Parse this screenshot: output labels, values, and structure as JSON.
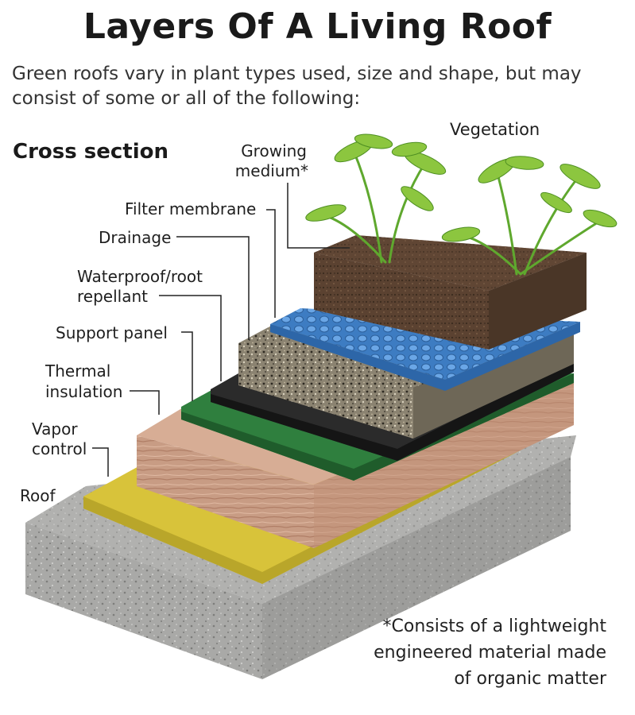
{
  "title": "Layers Of A Living Roof",
  "subtitle": "Green roofs vary in plant types used, size and shape, but may consist of some or all of the following:",
  "section_heading": "Cross section",
  "labels": {
    "vegetation": "Vegetation",
    "growing_medium_1": "Growing",
    "growing_medium_2": "medium*",
    "filter_membrane": "Filter membrane",
    "drainage": "Drainage",
    "waterproof_1": "Waterproof/root",
    "waterproof_2": "repellant",
    "support_panel": "Support panel",
    "thermal_1": "Thermal",
    "thermal_2": "insulation",
    "vapor_1": "Vapor",
    "vapor_2": "control",
    "roof": "Roof"
  },
  "footnote": {
    "line1": "*Consists of a lightweight",
    "line2": "engineered material made",
    "line3": "of organic matter"
  },
  "colors": {
    "roof": "#a8a8a6",
    "vapor_control": "#d6c233",
    "thermal_insulation": "#c99a82",
    "support_panel": "#2f7a3c",
    "waterproof": "#2a2a2a",
    "drainage": "#8a8170",
    "filter_membrane": "#3f7fc4",
    "growing_medium": "#5a4030",
    "vegetation": "#8cc63f"
  }
}
